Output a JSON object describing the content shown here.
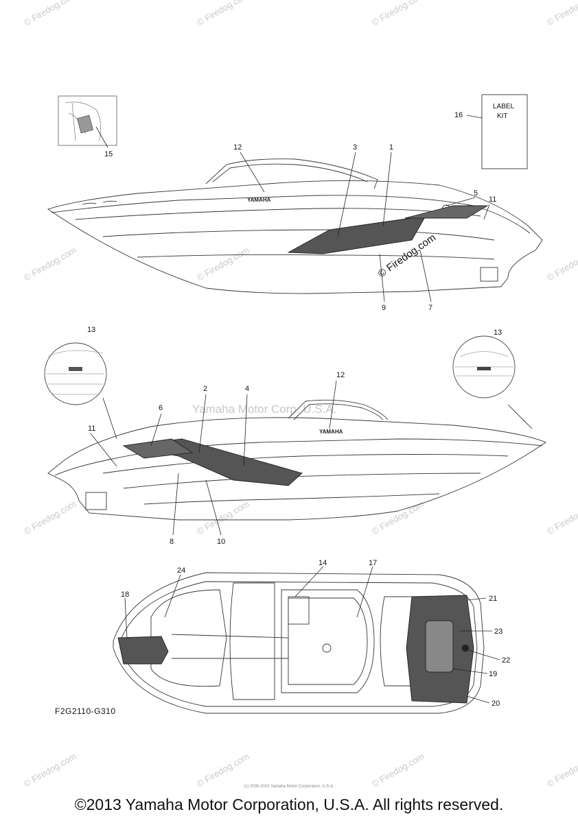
{
  "diagram": {
    "label_kit": {
      "text_line1": "LABEL",
      "text_line2": "KIT",
      "callout": "16"
    },
    "top_boat_callouts": [
      "12",
      "3",
      "1",
      "5",
      "11",
      "9",
      "7",
      "15"
    ],
    "side_boat_callouts": [
      "13",
      "13",
      "12",
      "2",
      "4",
      "6",
      "11",
      "8",
      "10"
    ],
    "plan_view_callouts": [
      "24",
      "14",
      "17",
      "18",
      "21",
      "23",
      "22",
      "19",
      "20"
    ],
    "hull_text_top": "YAMAHA",
    "hull_text_side": "YAMAHA",
    "part_code": "F2G2110-G310",
    "corp_watermark": "Yamaha Motor Corp. U.S.A.",
    "watermark": "© Firedog.com",
    "watermark_center": "© Firedog.com",
    "tiny_note": "(c) 2005-2015 Yamaha Motor Corporation, U.S.A.",
    "copyright": "©2013 Yamaha Motor Corporation, U.S.A. All rights reserved."
  }
}
